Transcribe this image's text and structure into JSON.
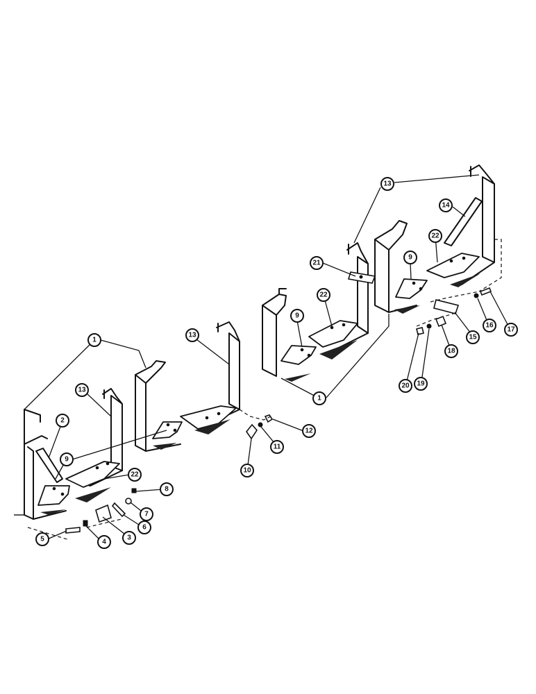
{
  "callouts": [
    {
      "id": "c1a",
      "label": "1"
    },
    {
      "id": "c1b",
      "label": "1"
    },
    {
      "id": "c2",
      "label": "2"
    },
    {
      "id": "c3",
      "label": "3"
    },
    {
      "id": "c4",
      "label": "4"
    },
    {
      "id": "c5",
      "label": "5"
    },
    {
      "id": "c6",
      "label": "6"
    },
    {
      "id": "c7",
      "label": "7"
    },
    {
      "id": "c8",
      "label": "8"
    },
    {
      "id": "c9a",
      "label": "9"
    },
    {
      "id": "c9b",
      "label": "9"
    },
    {
      "id": "c9c",
      "label": "9"
    },
    {
      "id": "c10",
      "label": "10"
    },
    {
      "id": "c11",
      "label": "11"
    },
    {
      "id": "c12",
      "label": "12"
    },
    {
      "id": "c13a",
      "label": "13"
    },
    {
      "id": "c13b",
      "label": "13"
    },
    {
      "id": "c13c",
      "label": "13"
    },
    {
      "id": "c14",
      "label": "14"
    },
    {
      "id": "c15",
      "label": "15"
    },
    {
      "id": "c16",
      "label": "16"
    },
    {
      "id": "c17",
      "label": "17"
    },
    {
      "id": "c18",
      "label": "18"
    },
    {
      "id": "c19",
      "label": "19"
    },
    {
      "id": "c20",
      "label": "20"
    },
    {
      "id": "c21",
      "label": "21"
    },
    {
      "id": "c22a",
      "label": "22"
    },
    {
      "id": "c22b",
      "label": "22"
    },
    {
      "id": "c22c",
      "label": "22"
    }
  ]
}
